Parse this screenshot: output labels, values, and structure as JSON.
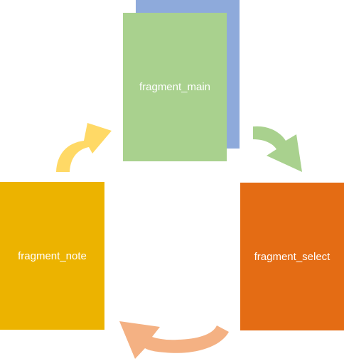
{
  "diagram": {
    "boxes": {
      "main_back": {
        "label": "",
        "color": "#8eaadb"
      },
      "main": {
        "label": "fragment_main",
        "color": "#a9d18e"
      },
      "select": {
        "label": "fragment_select",
        "color": "#e46c14"
      },
      "note": {
        "label": "fragment_note",
        "color": "#ecb300"
      }
    },
    "arrows": {
      "main_to_select": {
        "color": "#a9d18e"
      },
      "select_to_note": {
        "color": "#f4b183"
      },
      "note_to_main": {
        "color": "#ffd966"
      }
    }
  }
}
